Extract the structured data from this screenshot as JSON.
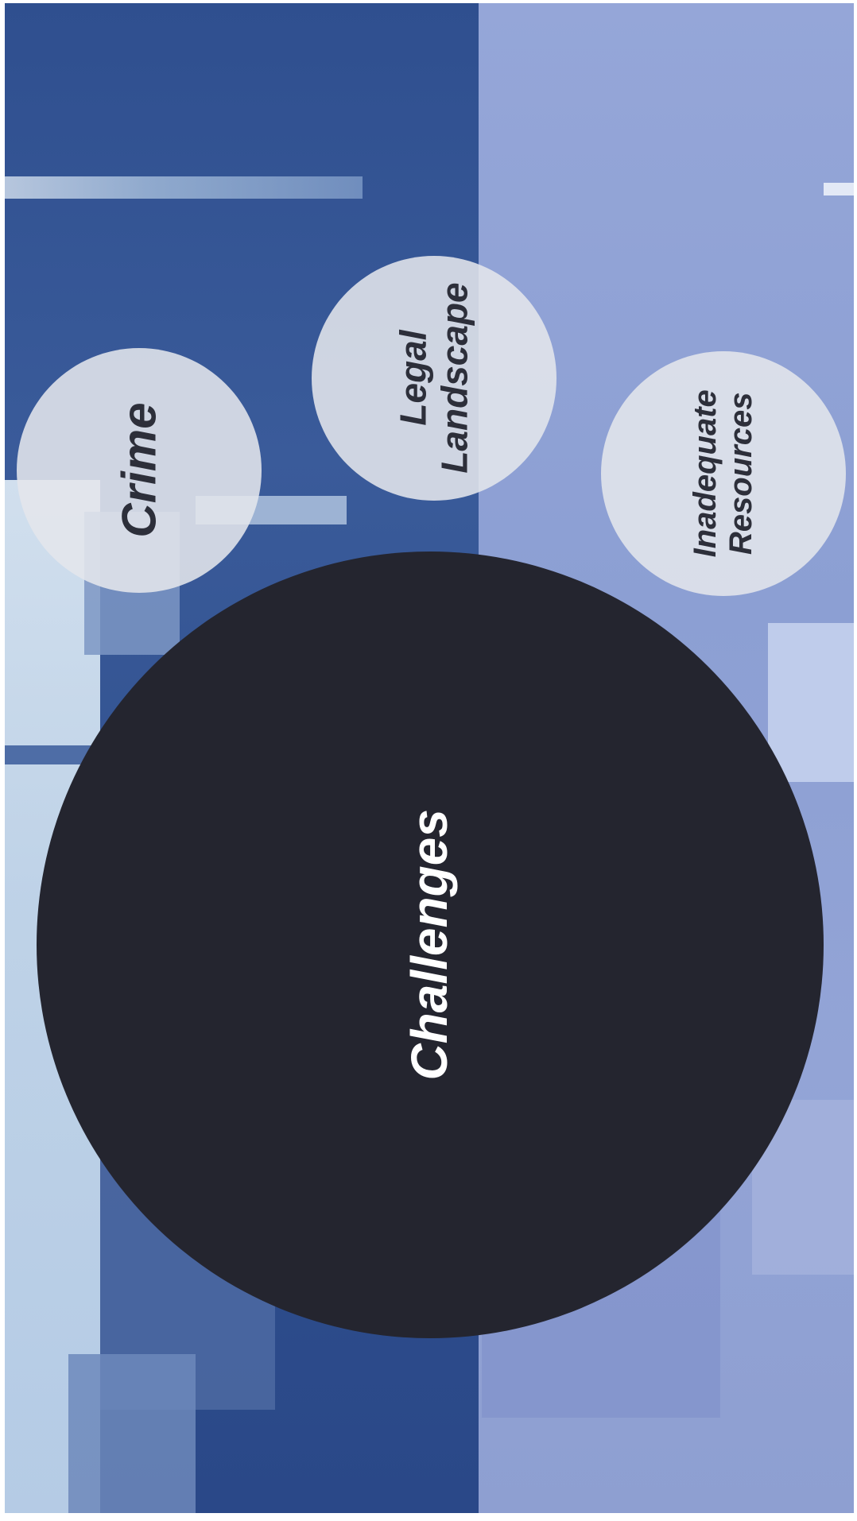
{
  "diagram": {
    "center": {
      "label": "Challenges",
      "color": "#24252f"
    },
    "nodes": [
      {
        "id": "crime",
        "label": "Crime"
      },
      {
        "id": "legal",
        "label": "Legal\nLandscape"
      },
      {
        "id": "inadequate",
        "label": "Inadequate\nResources"
      }
    ],
    "node_color": "#e4e6ec",
    "text_orientation": "rotated-90-counterclockwise"
  }
}
